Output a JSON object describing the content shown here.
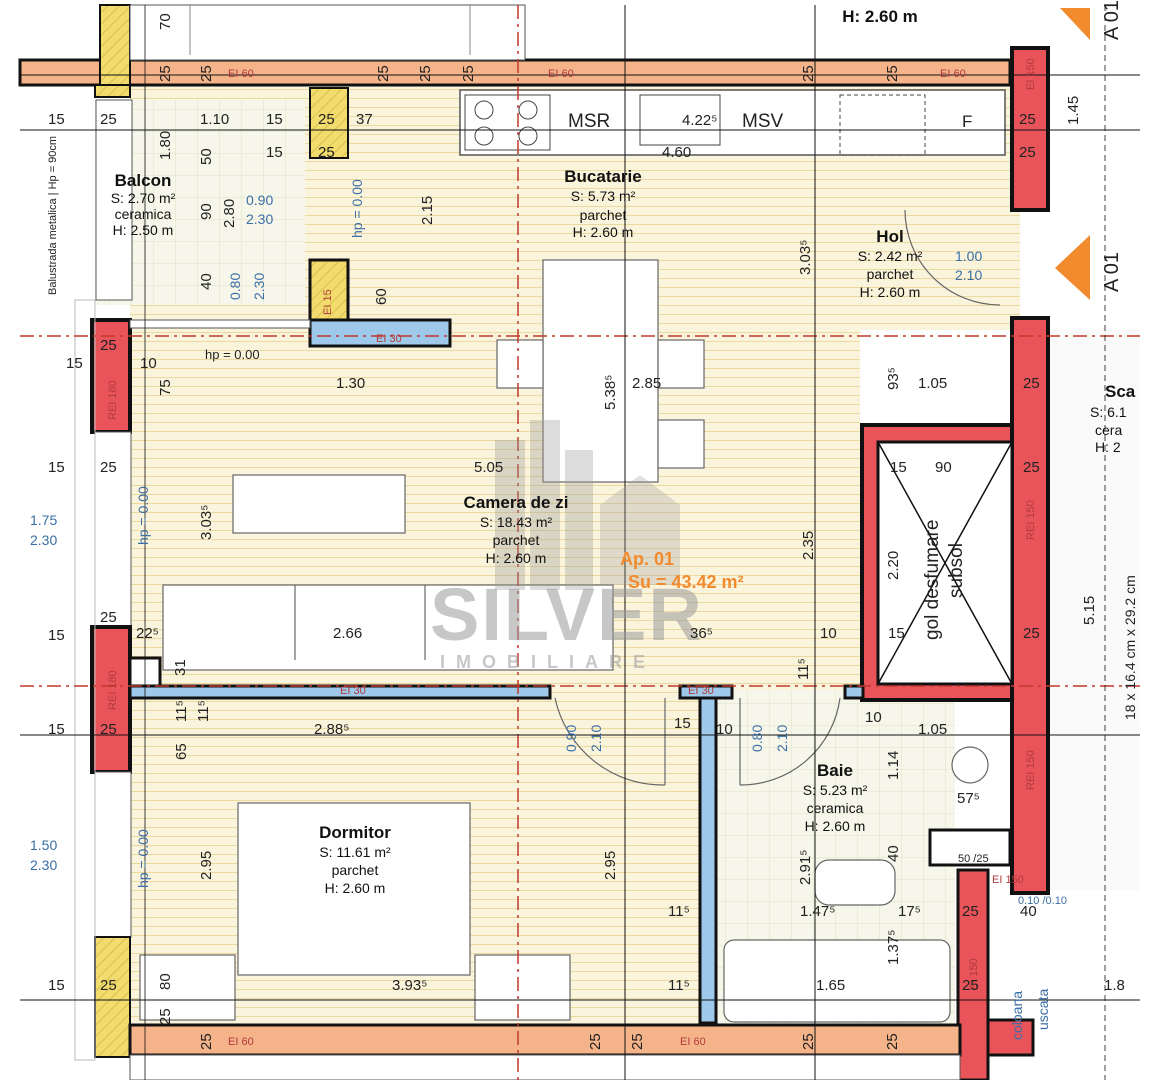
{
  "apartment": {
    "name": "Ap. 01",
    "su": "Su = 43.42 m²",
    "color": "#f28a2e"
  },
  "rooms": {
    "balcon": {
      "name": "Balcon",
      "area": "S: 2.70 m²",
      "floor": "ceramica",
      "height": "H: 2.50 m"
    },
    "bucatarie": {
      "name": "Bucatarie",
      "area": "S: 5.73 m²",
      "floor": "parchet",
      "height": "H: 2.60 m"
    },
    "hol": {
      "name": "Hol",
      "area": "S: 2.42 m²",
      "floor": "parchet",
      "height": "H: 2.60 m"
    },
    "camera": {
      "name": "Camera de zi",
      "area": "S: 18.43 m²",
      "floor": "parchet",
      "height": "H: 2.60 m"
    },
    "dormitor": {
      "name": "Dormitor",
      "area": "S: 11.61 m²",
      "floor": "parchet",
      "height": "H: 2.60 m"
    },
    "baie": {
      "name": "Baie",
      "area": "S: 5.23 m²",
      "floor": "ceramica",
      "height": "H: 2.60 m"
    },
    "scara": {
      "name": "Sca",
      "area": "S: 6.1",
      "floor": "cera",
      "height": "H: 2"
    },
    "top": {
      "height": "H: 2.60 m"
    }
  },
  "labels": {
    "balustrada": "Balustrada metalica | Hp = 90cm",
    "gol": "gol desfumare",
    "subsol": "subsol",
    "coloana1": "coloana",
    "coloana2": "uscata",
    "section_top": "A 01",
    "section_mid": "A 01",
    "kitchen_msr": "MSR",
    "kitchen_msv": "MSV",
    "kitchen_f": "F",
    "hp1": "hp = 0.00",
    "hp2": "hp = 0.00",
    "hp3": "hp = 0.00",
    "hp4": "hp = 0.00",
    "hp5": "hp = 0.00",
    "dim_right": "18 x 16.4 cm x 29.2 cm"
  },
  "fire_ratings": {
    "ei60": "EI 60",
    "ei150": "EI 150",
    "ei30": "EI 30",
    "rei150": "REI 150",
    "rei180": "REI 180",
    "ei15": "EI 15",
    "ei150sp": "EI 150"
  },
  "dims": {
    "d_70": "70",
    "d_25": "25",
    "d_15": "15",
    "d_110": "1.10",
    "d_375": "37",
    "d_180": "1.80",
    "d_50": "50",
    "d_90": "90",
    "d_280": "2.80",
    "d_40": "40",
    "d_080": "0.80",
    "d_230": "2.30",
    "d_090": "0.90",
    "d_215": "2.15",
    "d_60": "60",
    "d_422": "4.22⁵",
    "d_460": "4.60",
    "d_145": "1.45",
    "d_3035": "3.03⁵",
    "d_100": "1.00",
    "d_210": "2.10",
    "d_130": "1.30",
    "d_538": "5.38⁵",
    "d_285": "2.85",
    "d_935": "93⁵",
    "d_105": "1.05",
    "d_10": "10",
    "d_75": "75",
    "d_505": "5.05",
    "d_3035b": "3.03⁵",
    "d_175": "1.75",
    "d_230b": "2.30",
    "d_235": "2.35",
    "d_220": "2.20",
    "d_515": "5.15",
    "d_266": "2.66",
    "d_365": "36⁵",
    "d_225": "22⁵",
    "d_31": "31",
    "d_115": "11⁵",
    "d_2885": "2.88⁵",
    "d_65": "65",
    "d_090b": "0.90",
    "d_210b": "2.10",
    "d_080b": "0.80",
    "d_210c": "2.10",
    "d_114": "1.14",
    "d_105b": "1.05",
    "d_575": "57⁵",
    "d_150": "1.50",
    "d_230c": "2.30",
    "d_295": "2.95",
    "d_295b": "2.95",
    "d_2915": "2.91⁵",
    "d_40b": "40",
    "d_5025": "50 /25",
    "d_1475": "1.47⁵",
    "d_175b": "17⁵",
    "d_1375": "1.37⁵",
    "d_165": "1.65",
    "d_3935": "3.93⁵",
    "d_80": "80",
    "d_115b": "11⁵",
    "d_010": "0.10 /0.10",
    "d_18": "1.8"
  },
  "watermark": {
    "brand": "SILVER",
    "sub": "IMOBILIARE"
  },
  "colors": {
    "wall_red": "#e8545a",
    "wall_yellow": "#f5e07a",
    "partition_blue": "#9fc9ea",
    "floor_wood": "#f3e2a6",
    "floor_tile": "#d9e2b6",
    "band": "#f5b38a",
    "axis_red": "#c0392b"
  }
}
